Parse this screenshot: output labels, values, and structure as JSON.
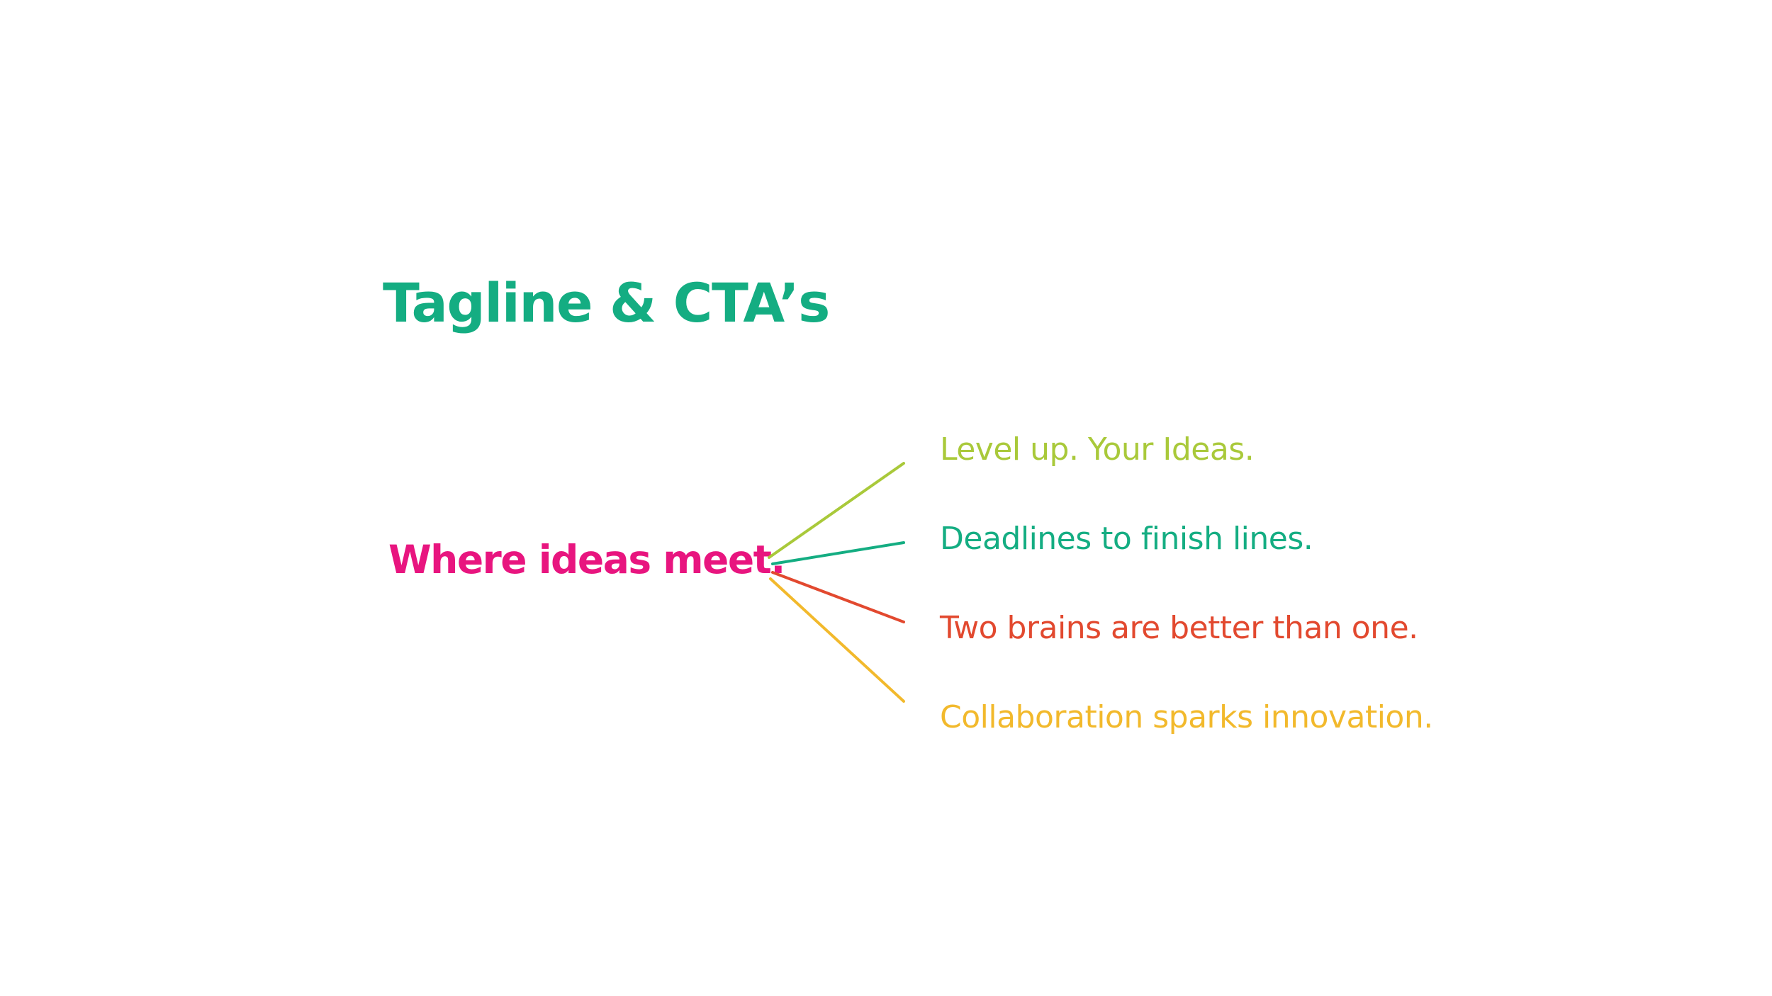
{
  "title": "Tagline & CTA’s",
  "tagline": "Where ideas meet.",
  "ctas": [
    {
      "text": "Level up. Your Ideas.",
      "color": "#a9c93a"
    },
    {
      "text": "Deadlines to finish lines.",
      "color": "#14ad82"
    },
    {
      "text": "Two brains are better than one.",
      "color": "#e2492f"
    },
    {
      "text": "Collaboration sparks innovation.",
      "color": "#f2b92c"
    }
  ],
  "colors": {
    "title": "#14ad82",
    "tagline": "#e8157f"
  }
}
